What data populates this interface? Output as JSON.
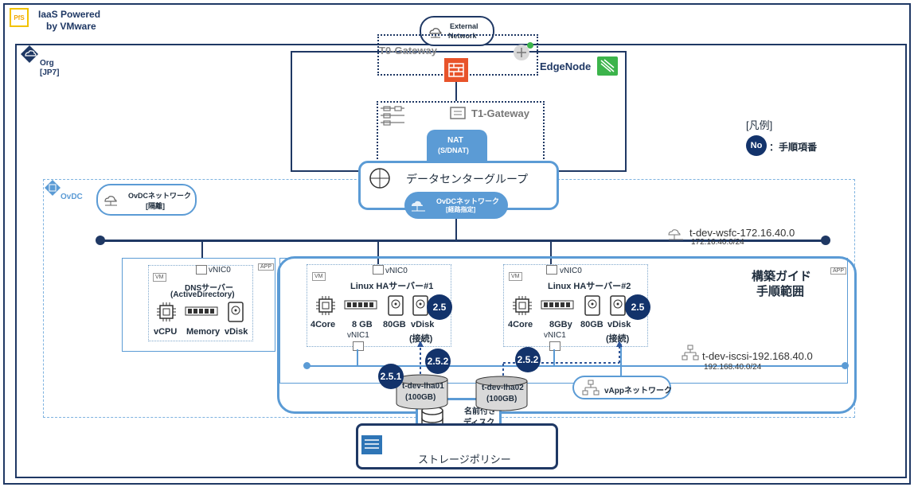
{
  "branding": {
    "logo_text": "PfS",
    "title_line1": "IaaS Powered",
    "title_line2": "by VMware"
  },
  "org": {
    "label_line1": "Org",
    "label_line2": "[JP7]"
  },
  "external_network": {
    "line1": "External",
    "line2": "Network"
  },
  "t0_gateway": "T0-Gateway",
  "edge_node": "EdgeNode",
  "t1_gateway": "T1-Gateway",
  "nat": {
    "line1": "NAT",
    "line2": "(S/DNAT)"
  },
  "legend": {
    "title": "[凡例]",
    "badge": "No",
    "text": "：手順項番"
  },
  "datacenter_group": "データセンターグループ",
  "ovdc": {
    "label": "OvDC"
  },
  "ovdc_net_isolated": {
    "line1": "OvDCネットワーク",
    "line2": "[隔離]"
  },
  "ovdc_net_routed": {
    "line1": "OvDCネットワーク",
    "line2": "[経路指定]"
  },
  "net_wsfc": {
    "name": "t-dev-wsfc-172.16.40.0",
    "cidr": "172.16.40.0/24"
  },
  "net_iscsi": {
    "name": "t-dev-iscsi-192.168.40.0",
    "cidr": "192.168.40.0/24"
  },
  "scope": {
    "line1": "構築ガイド",
    "line2": "手順範囲"
  },
  "app_tag": "APP",
  "vm_tag": "VM",
  "dns_vm": {
    "nic": "vNIC0",
    "title_line1": "DNSサーバー",
    "title_line2": "(ActiveDirectory)",
    "cpu": "vCPU",
    "memory": "Memory",
    "disk": "vDisk"
  },
  "ha1": {
    "nic0": "vNIC0",
    "title": "Linux HAサーバー#1",
    "cpu": "4Core",
    "memory": "8 GB",
    "disk": "80GB",
    "vdisk_line1": "vDisk",
    "vdisk_line2": "(接続)",
    "nic1": "vNIC1"
  },
  "ha2": {
    "nic0": "vNIC0",
    "title": "Linux HAサーバー#2",
    "cpu": "4Core",
    "memory": "8GBy",
    "disk": "80GB",
    "vdisk_line1": "vDisk",
    "vdisk_line2": "(接続)",
    "nic1": "vNIC1"
  },
  "vapp_network": "vAppネットワーク",
  "disk1": {
    "line1": "t-dev-lha01",
    "line2": "(100GB)"
  },
  "disk2": {
    "line1": "t-dev-lha02",
    "line2": "(100GB)"
  },
  "named_disk": {
    "line1": "名前付き",
    "line2": "ディスク"
  },
  "storage_policy": "ストレージポリシー",
  "steps": {
    "s25a": "2.5",
    "s25b": "2.5",
    "s251": "2.5.1",
    "s252a": "2.5.2",
    "s252b": "2.5.2"
  },
  "colors": {
    "navy": "#1f3864",
    "accent": "#5b9bd5",
    "badge": "#13336b",
    "firewall": "#e8532a",
    "edge_green": "#3cb44b"
  }
}
